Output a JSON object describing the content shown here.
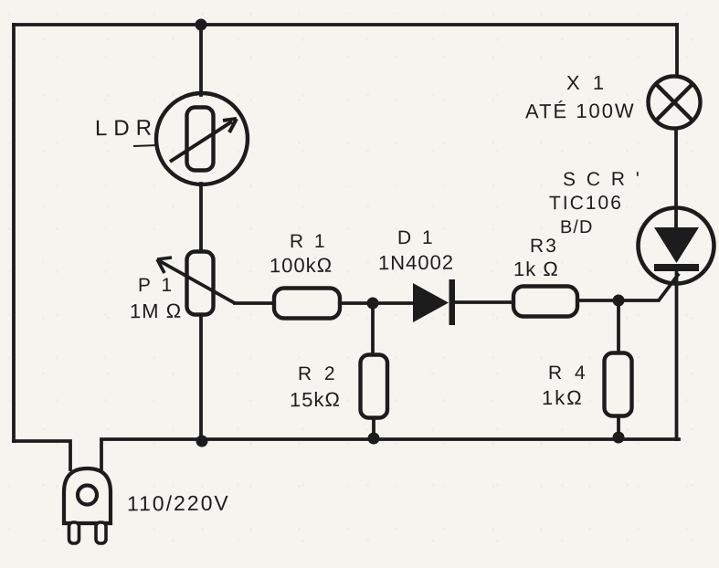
{
  "diagram": {
    "kind": "electronic-schematic",
    "colors": {
      "ink": "#1c1c1c",
      "paper": "#f5f4ef"
    }
  },
  "components": {
    "ldr": {
      "label": "LDR"
    },
    "x1": {
      "ref": "X 1",
      "value": "ATÉ 100W"
    },
    "scr": {
      "ref": "S C R '",
      "part": "TIC106",
      "suffix": "B/D"
    },
    "r1": {
      "ref": "R 1",
      "value": "100kΩ"
    },
    "d1": {
      "ref": "D 1",
      "value": "1N4002"
    },
    "r3": {
      "ref": "R3",
      "value": "1k Ω"
    },
    "p1": {
      "ref": "P 1",
      "value": "1M Ω"
    },
    "r2": {
      "ref": "R 2",
      "value": "15kΩ"
    },
    "r4": {
      "ref": "R 4",
      "value": "1kΩ"
    },
    "supply": {
      "value": "110/220V"
    }
  }
}
